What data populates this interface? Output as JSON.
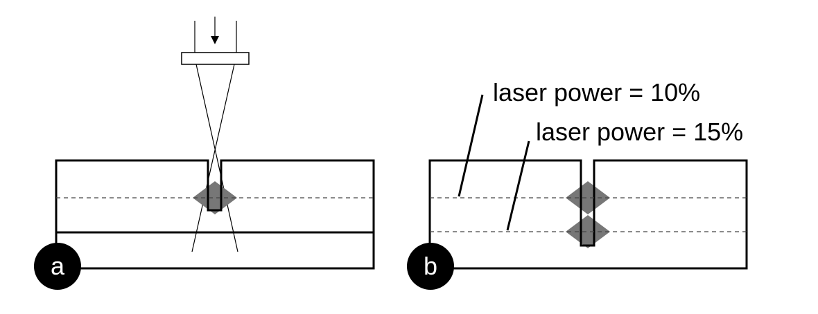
{
  "panel_a": {
    "badge": "a"
  },
  "panel_b": {
    "badge": "b",
    "label_top": "laser power = 10%",
    "label_bottom": "laser power = 15%"
  },
  "colors": {
    "line": "#000000",
    "kerf_diamond": "#777777",
    "badge_fill": "#000000",
    "background": "#ffffff"
  }
}
